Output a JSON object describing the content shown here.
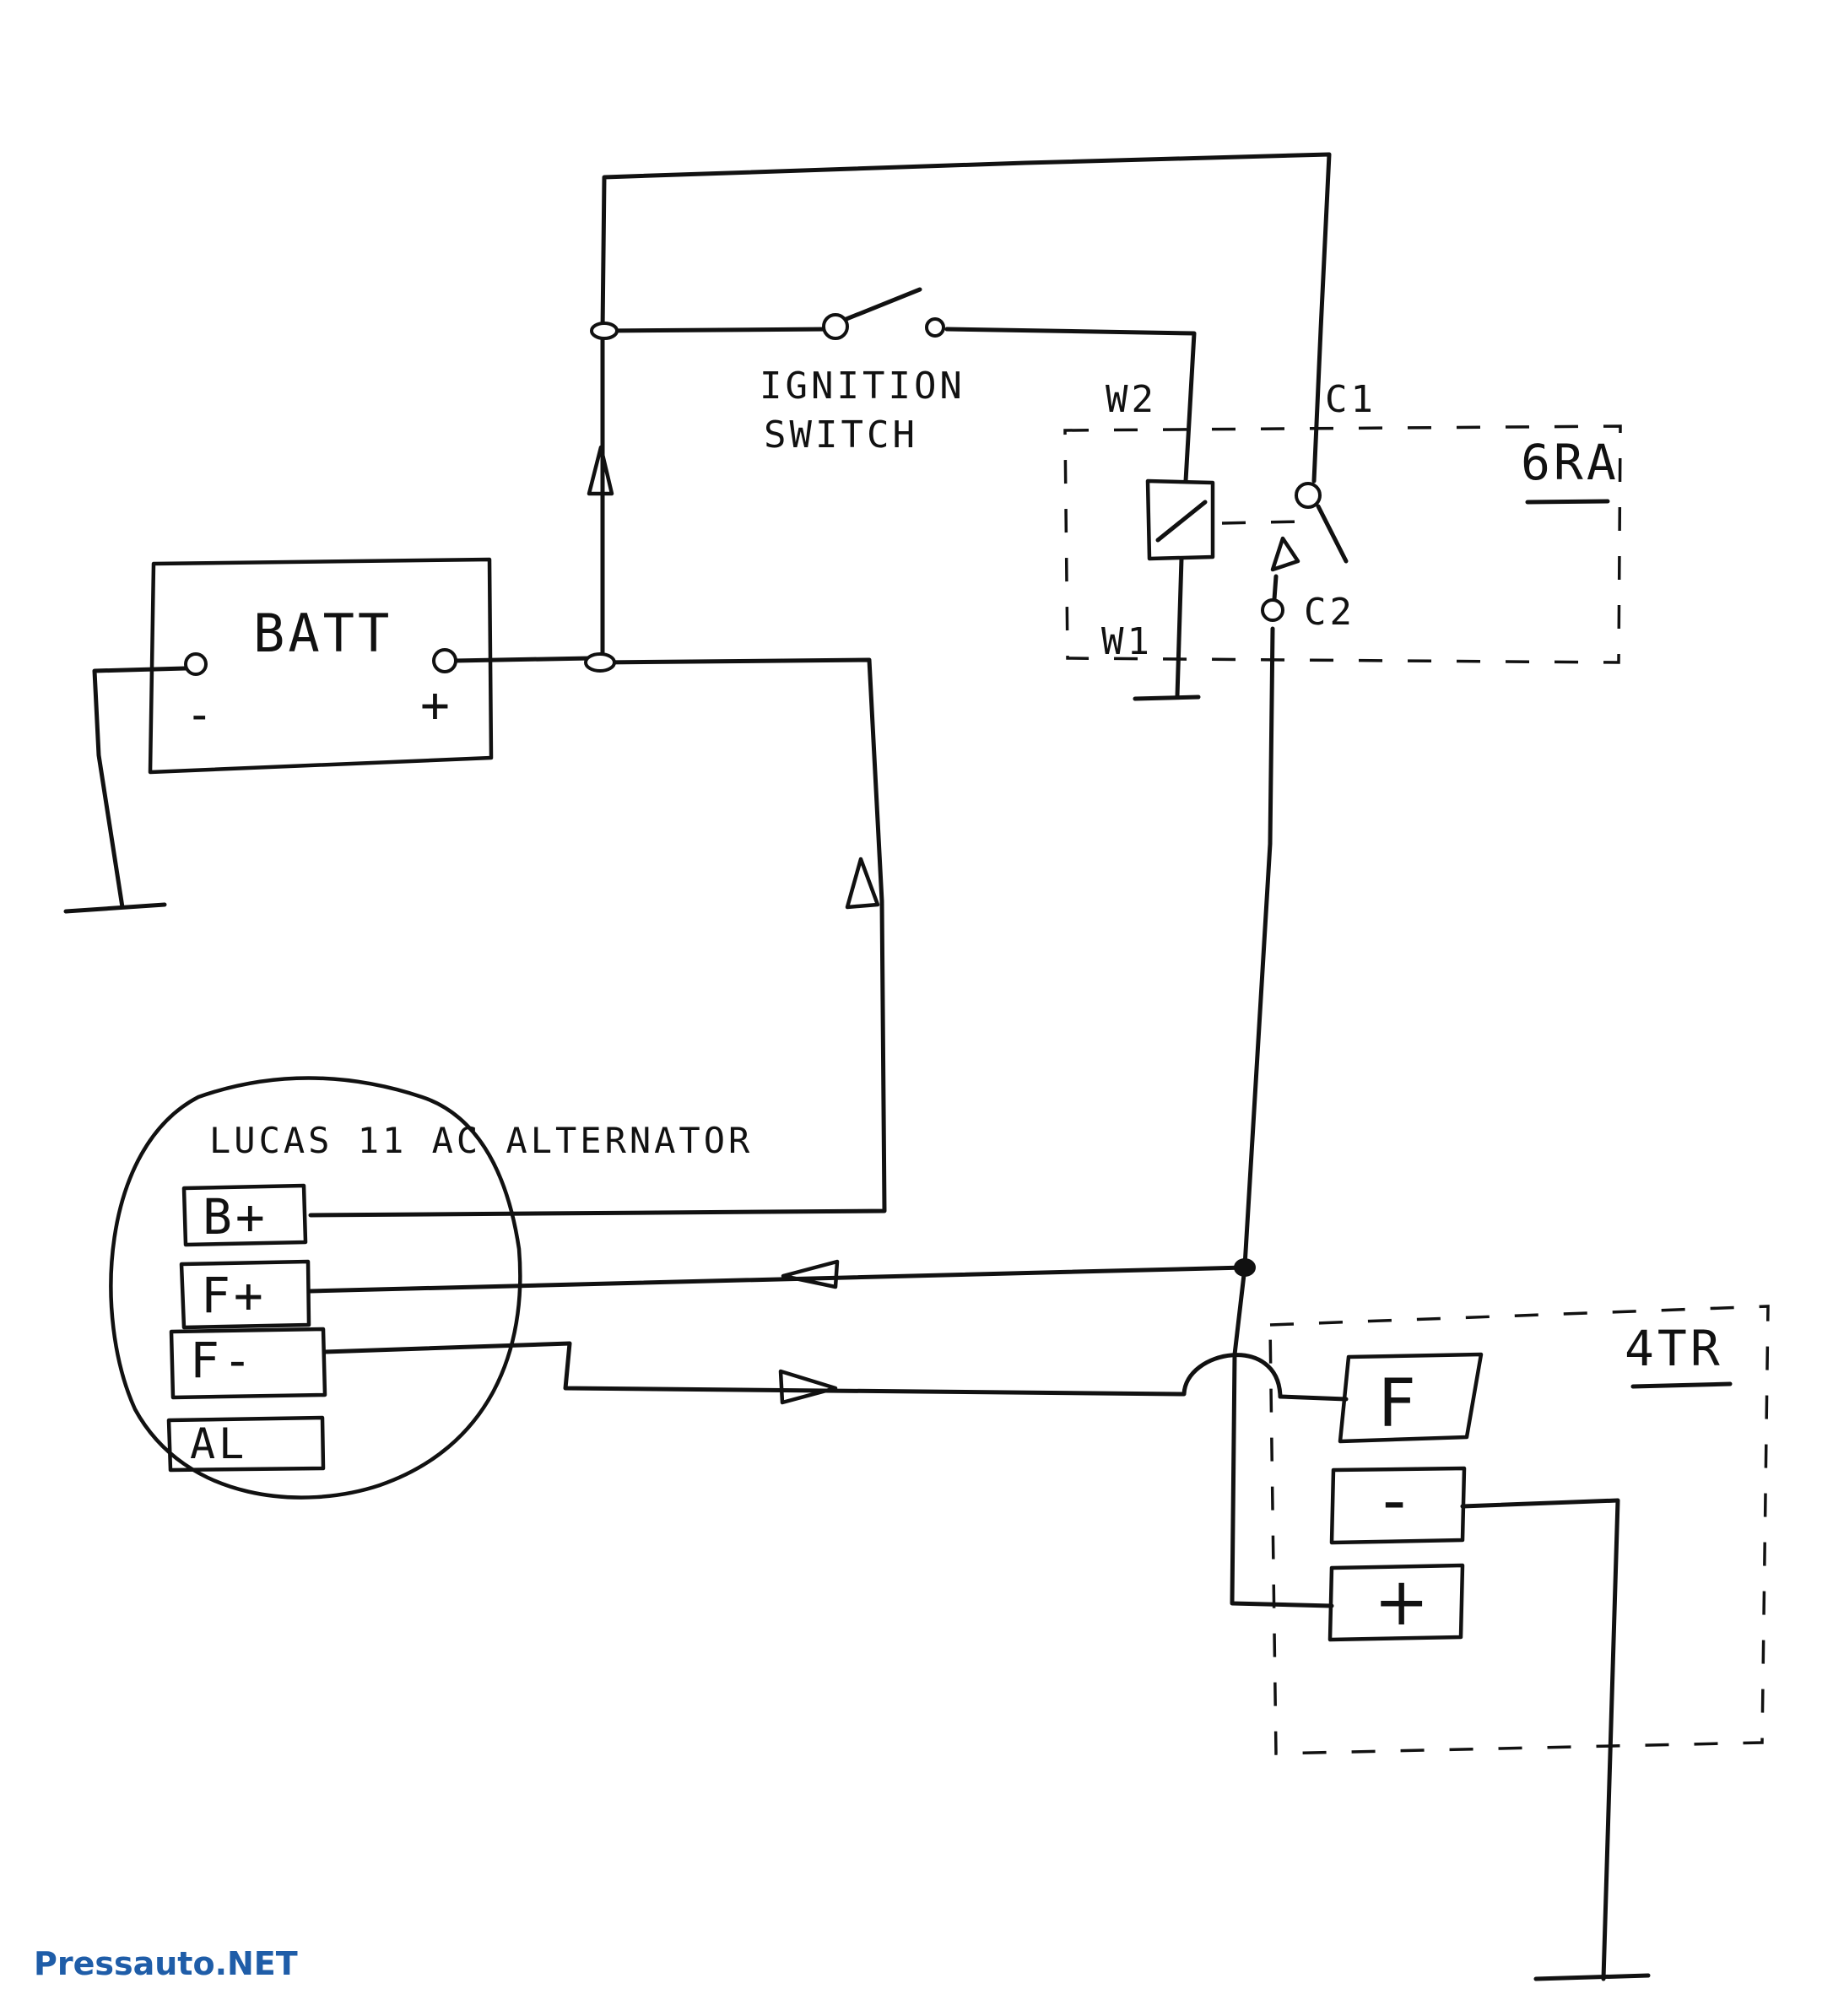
{
  "battery": {
    "label": "BATT",
    "neg": "-",
    "pos": "+"
  },
  "ignition_switch": {
    "line1": "IGNITION",
    "line2": "SWITCH"
  },
  "relay": {
    "name": "6RA",
    "w2": "W2",
    "w1": "W1",
    "c1": "C1",
    "c2": "C2"
  },
  "alternator": {
    "title": "LUCAS 11 AC ALTERNATOR",
    "terminals": [
      "B+",
      "F+",
      "F-",
      "AL"
    ]
  },
  "regulator": {
    "name": "4TR",
    "terminals": [
      "F",
      "-",
      "+"
    ]
  },
  "watermark": "Pressauto.NET"
}
